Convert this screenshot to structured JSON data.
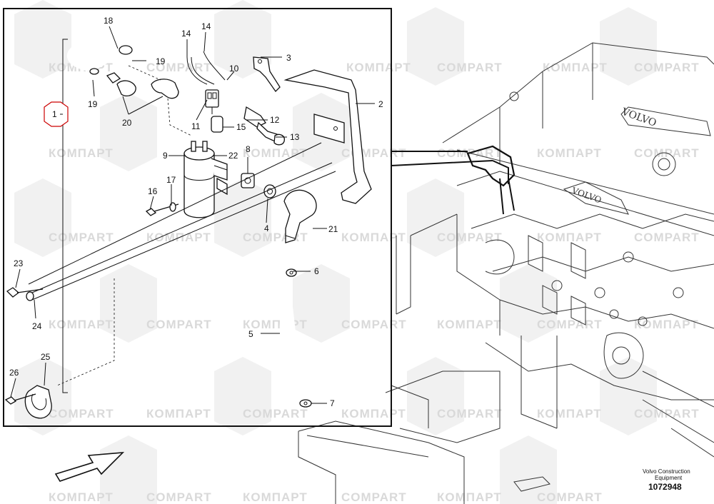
{
  "callouts": {
    "c1": "1",
    "c2": "2",
    "c3": "3",
    "c4": "4",
    "c5": "5",
    "c6": "6",
    "c7": "7",
    "c8": "8",
    "c9": "9",
    "c10": "10",
    "c11": "11",
    "c12": "12",
    "c13": "13",
    "c14": "14",
    "c15": "15",
    "c16": "16",
    "c17": "17",
    "c18": "18",
    "c19a": "19",
    "c19b": "19",
    "c20": "20",
    "c21": "21",
    "c22": "22",
    "c23": "23",
    "c24": "24",
    "c25": "25",
    "c26": "26"
  },
  "watermarks": {
    "cyrillic": "КОМПАРТ",
    "latin": "COMPART"
  },
  "footer": {
    "maker_line1": "Volvo Construction",
    "maker_line2": "Equipment",
    "doc_number": "1072948"
  },
  "colors": {
    "frame": "#111111",
    "hex_marker": "#cc0000",
    "watermark": "#d9d9d9",
    "watermark_logo": "#e6e6e6"
  }
}
